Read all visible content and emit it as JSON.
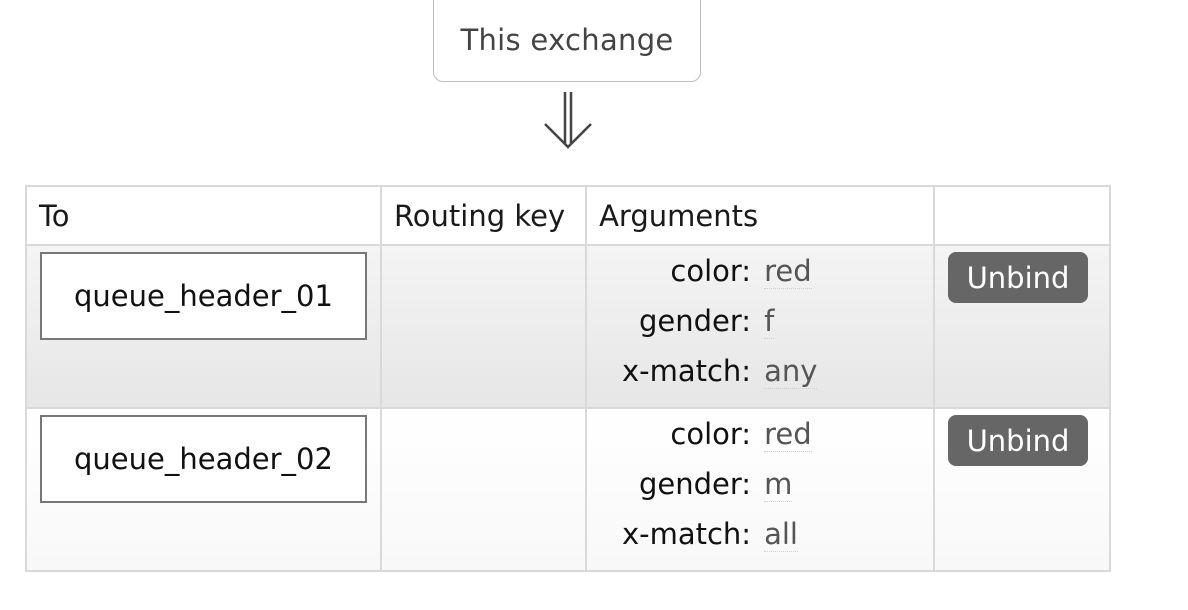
{
  "exchange": {
    "label": "This exchange"
  },
  "icons": {
    "arrow": "double-down-arrow-icon"
  },
  "table": {
    "headers": [
      "To",
      "Routing key",
      "Arguments",
      ""
    ],
    "rows": [
      {
        "to": "queue_header_01",
        "routing_key": "",
        "arguments": [
          {
            "key": "color:",
            "value": "red"
          },
          {
            "key": "gender:",
            "value": "f"
          },
          {
            "key": "x-match:",
            "value": "any"
          }
        ],
        "action": "Unbind"
      },
      {
        "to": "queue_header_02",
        "routing_key": "",
        "arguments": [
          {
            "key": "color:",
            "value": "red"
          },
          {
            "key": "gender:",
            "value": "m"
          },
          {
            "key": "x-match:",
            "value": "all"
          }
        ],
        "action": "Unbind"
      }
    ]
  },
  "colors": {
    "button_bg": "#666666",
    "border": "#d9d9d9",
    "row_alt_top": "#f4f4f4",
    "row_alt_bottom": "#e6e6e6"
  }
}
